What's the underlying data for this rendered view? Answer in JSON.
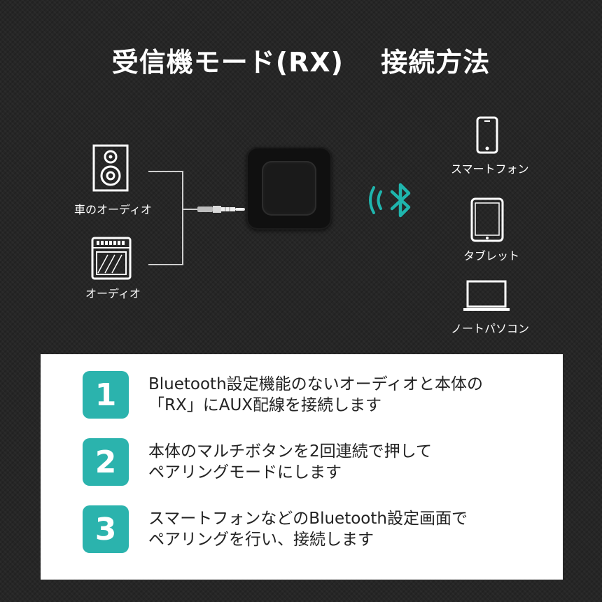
{
  "title": "受信機モード(RX)　 接続方法",
  "devices_left": [
    {
      "label": "車のオーディオ",
      "icon": "speaker-icon"
    },
    {
      "label": "オーディオ",
      "icon": "amplifier-icon"
    }
  ],
  "devices_right": [
    {
      "label": "スマートフォン",
      "icon": "smartphone-icon"
    },
    {
      "label": "タブレット",
      "icon": "tablet-icon"
    },
    {
      "label": "ノートパソコン",
      "icon": "laptop-icon"
    }
  ],
  "colors": {
    "accent": "#2bb3ad",
    "bluetooth": "#1fb5ad",
    "background": "#262626"
  },
  "steps": [
    {
      "number": "1",
      "line1": "Bluetooth設定機能のないオーディオと本体の",
      "line2": "「RX」にAUX配線を接続します"
    },
    {
      "number": "2",
      "line1": "本体のマルチボタンを2回連続で押して",
      "line2": "ペアリングモードにします"
    },
    {
      "number": "3",
      "line1": "スマートフォンなどのBluetooth設定画面で",
      "line2": "ペアリングを行い、接続します"
    }
  ]
}
